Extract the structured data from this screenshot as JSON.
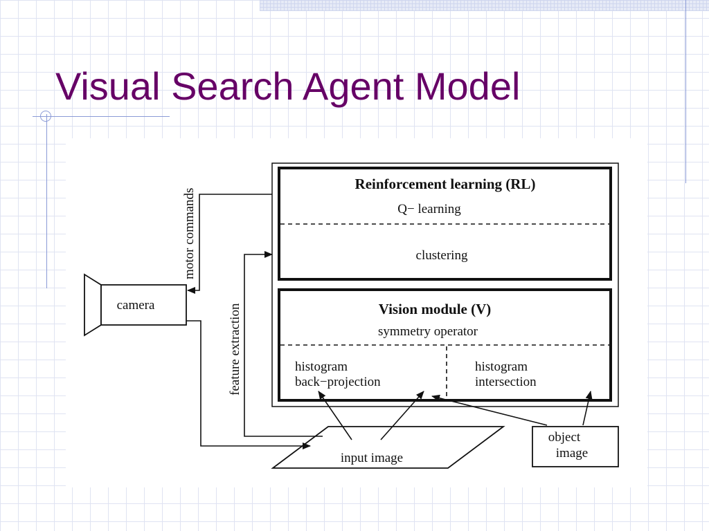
{
  "slide": {
    "title": "Visual Search Agent Model"
  },
  "diagram": {
    "rl_module": {
      "title": "Reinforcement learning (RL)",
      "q_learning": "Q− learning",
      "clustering": "clustering"
    },
    "vision_module": {
      "title": "Vision module (V)",
      "symmetry": "symmetry operator",
      "histogram_backprojection": [
        "histogram",
        "back−projection"
      ],
      "histogram_intersection": [
        "histogram",
        "intersection"
      ]
    },
    "camera": "camera",
    "input_image": "input image",
    "object_image": [
      "object",
      "image"
    ],
    "motor_commands": "motor commands",
    "feature_extraction": "feature extraction"
  }
}
